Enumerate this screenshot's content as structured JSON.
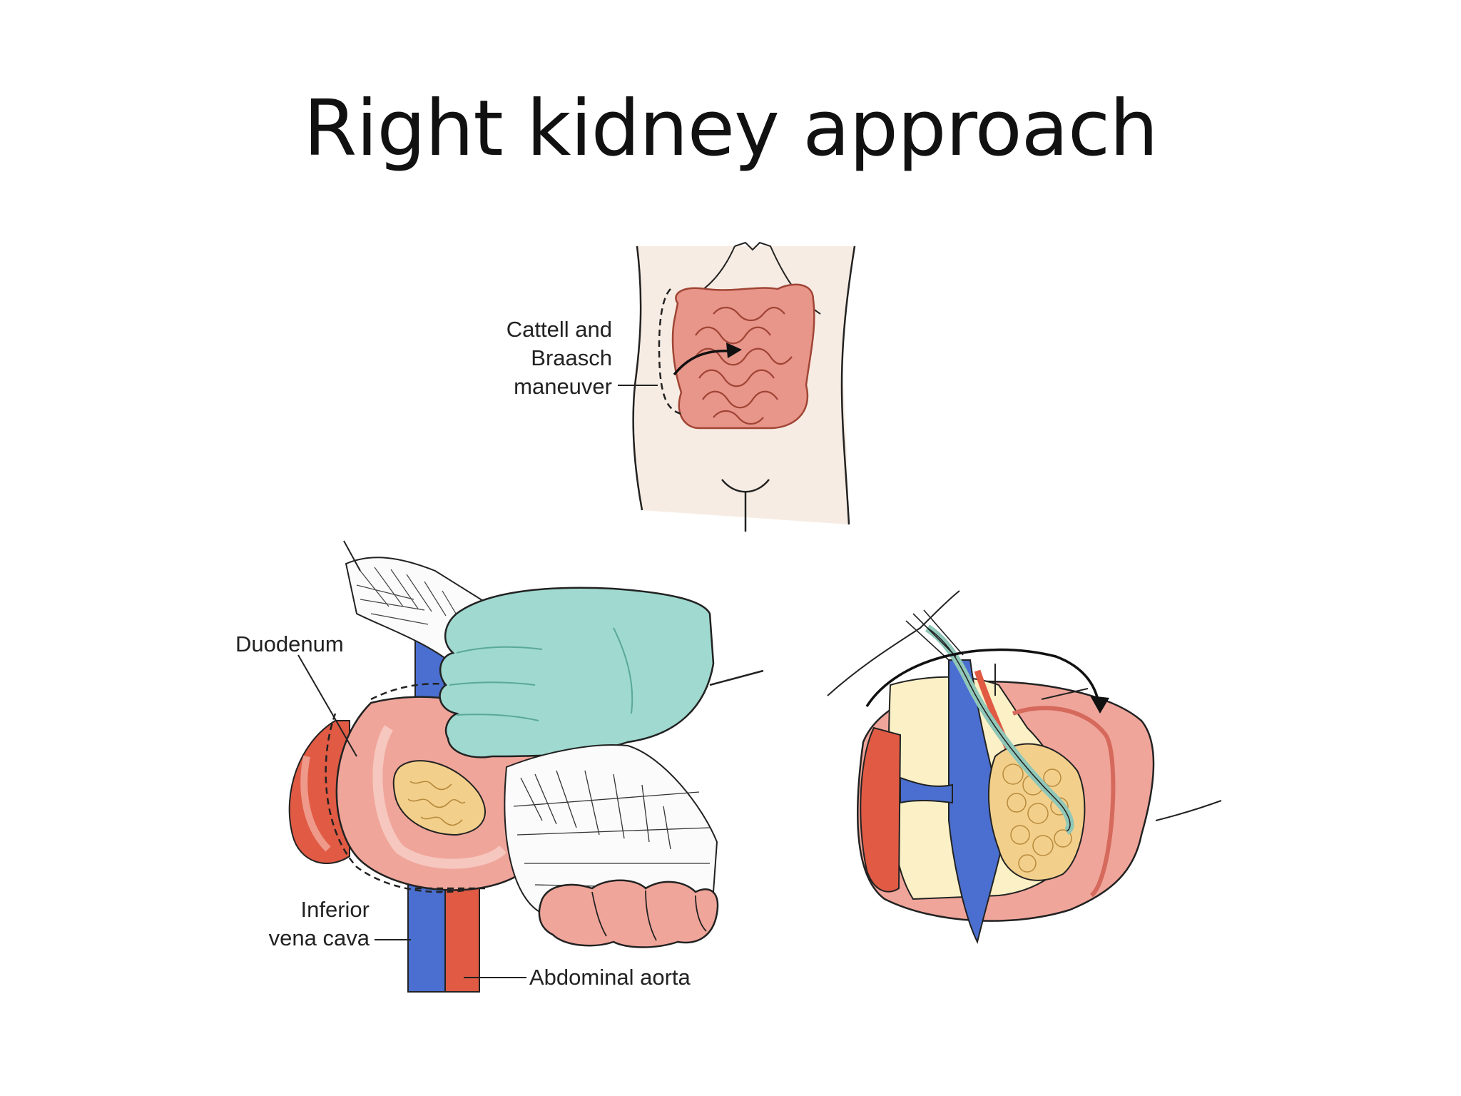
{
  "slide": {
    "title": "Right kidney approach"
  },
  "labels": {
    "maneuver_line1": "Cattell and",
    "maneuver_line2": "Braasch",
    "maneuver_line3": "maneuver",
    "duodenum": "Duodenum",
    "ivc_line1": "Inferior",
    "ivc_line2": "vena cava",
    "aorta": "Abdominal aorta"
  },
  "colors": {
    "bowel": "#e8958a",
    "skin": "#f7ece3",
    "glove": "#9fd9cf",
    "vein": "#4a6fd0",
    "artery": "#e05a44",
    "pancreas": "#f2d08c"
  }
}
